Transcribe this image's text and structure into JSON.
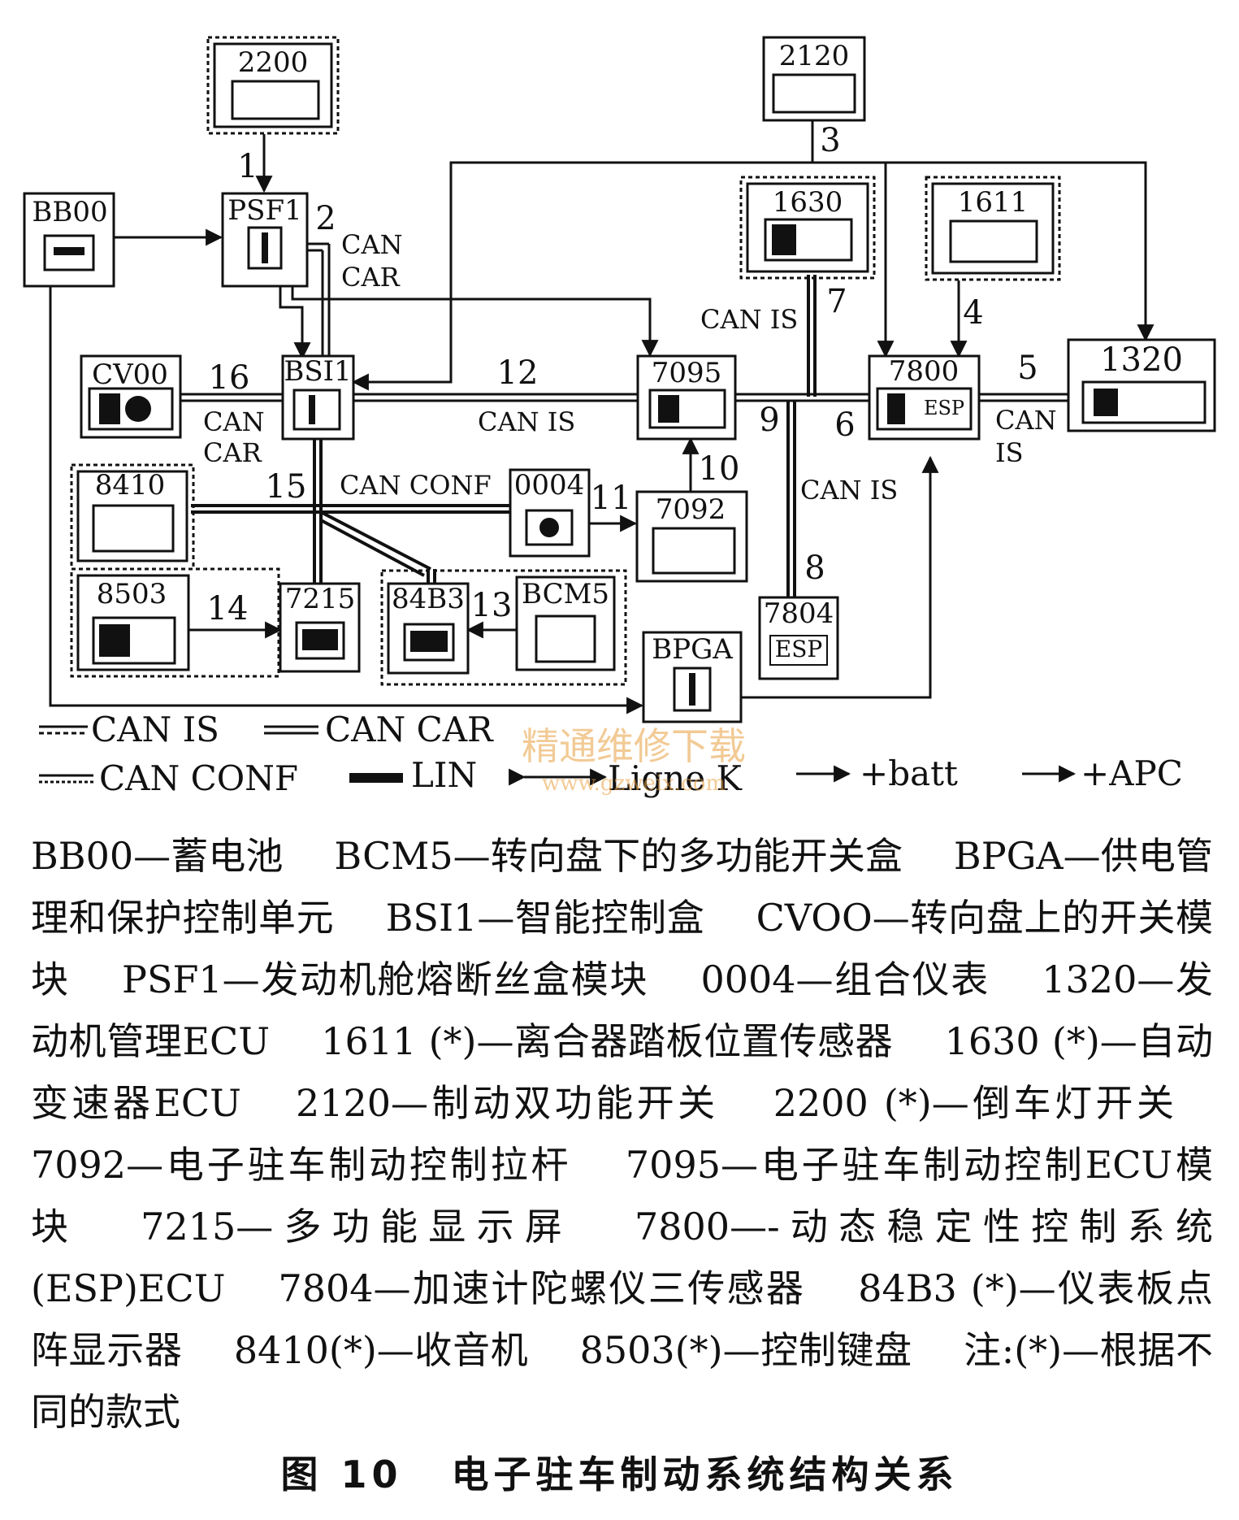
{
  "diagram": {
    "modules": [
      {
        "id": "2200",
        "label": "2200"
      },
      {
        "id": "2120",
        "label": "2120"
      },
      {
        "id": "BB00",
        "label": "BB00"
      },
      {
        "id": "PSF1",
        "label": "PSF1"
      },
      {
        "id": "1630",
        "label": "1630"
      },
      {
        "id": "1611",
        "label": "1611"
      },
      {
        "id": "CV00",
        "label": "CV00"
      },
      {
        "id": "BSI1",
        "label": "BSI1"
      },
      {
        "id": "7095",
        "label": "7095"
      },
      {
        "id": "7800",
        "label": "7800"
      },
      {
        "id": "7800_esp",
        "label": "ESP"
      },
      {
        "id": "1320",
        "label": "1320"
      },
      {
        "id": "8410",
        "label": "8410"
      },
      {
        "id": "0004",
        "label": "0004"
      },
      {
        "id": "7092",
        "label": "7092"
      },
      {
        "id": "8503",
        "label": "8503"
      },
      {
        "id": "7215",
        "label": "7215"
      },
      {
        "id": "84B3",
        "label": "84B3"
      },
      {
        "id": "BCM5",
        "label": "BCM5"
      },
      {
        "id": "7804",
        "label": "7804"
      },
      {
        "id": "7804_esp",
        "label": "ESP"
      },
      {
        "id": "BPGA",
        "label": "BPGA"
      }
    ],
    "link_numbers": [
      "1",
      "2",
      "3",
      "4",
      "5",
      "6",
      "7",
      "8",
      "9",
      "10",
      "11",
      "12",
      "13",
      "14",
      "15",
      "16"
    ],
    "bus_labels": {
      "can_car_psf_1": "CAN",
      "can_car_psf_2": "CAR",
      "can_is_1630": "CAN IS",
      "can_car_cv_1": "CAN",
      "can_car_cv_2": "CAR",
      "can_is_12": "CAN IS",
      "can_conf_15": "CAN CONF",
      "can_is_9": "CAN IS",
      "can_is_1320_1": "CAN",
      "can_is_1320_2": "IS"
    },
    "legend": {
      "can_is": "CAN IS",
      "can_car": "CAN CAR",
      "can_conf": "CAN CONF",
      "lin": "LIN",
      "ligne_k": "Ligne K",
      "batt": "+batt",
      "apc": "+APC"
    },
    "watermark": {
      "title": "精通维修下载",
      "url": "www.gzweix.com"
    }
  },
  "description": [
    "BB00—蓄电池",
    "BCM5—转向盘下的多功能开关盒",
    "BPGA—供电管理和保护控制单元",
    "BSI1—智能控制盒",
    "CVOO—转向盘上的开关模块",
    "PSF1—发动机舱熔断丝盒模块",
    "0004—组合仪表",
    "1320—发动机管理ECU",
    "1611 (*)—离合器踏板位置传感器",
    "1630 (*)—自动变速器ECU",
    "2120—制动双功能开关",
    "2200 (*)—倒车灯开关",
    "7092—电子驻车制动控制拉杆",
    "7095—电子驻车制动控制ECU模块",
    "7215—多功能显示屏",
    "7800—-动态稳定性控制系统(ESP)ECU",
    "7804—加速计陀螺仪三传感器",
    "84B3 (*)—仪表板点阵显示器",
    "8410(*)—收音机",
    "8503(*)—控制键盘",
    "注:(*)—根据不同的款式"
  ],
  "caption": {
    "number": "图 10",
    "title": "电子驻车制动系统结构关系"
  }
}
